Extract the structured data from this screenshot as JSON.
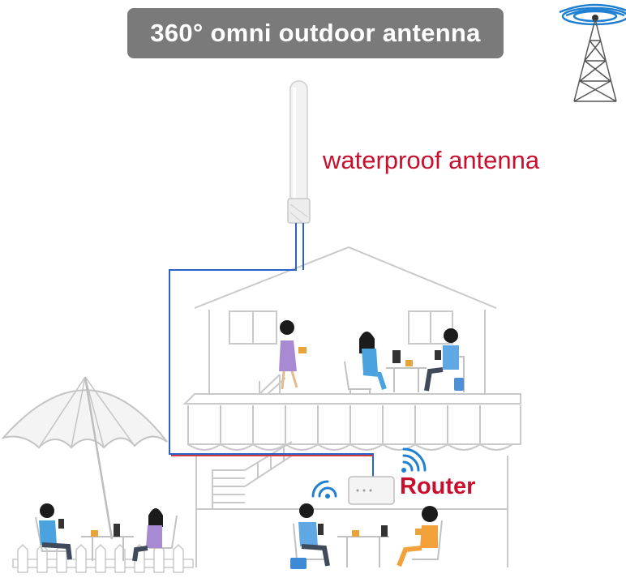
{
  "title": "360° omni outdoor antenna",
  "labels": {
    "waterproof": "waterproof antenna",
    "router": "Router"
  },
  "colors": {
    "badge_bg": "#7a7a7a",
    "label_red": "#c8102e",
    "cable_blue": "#2a63c7",
    "cable_red": "#d43a3a",
    "signal_blue": "#1f7fd1",
    "building_line": "#c9c9c9"
  },
  "icons": [
    "cell-tower-icon",
    "wifi-signal-icon",
    "antenna-icon",
    "router-icon"
  ]
}
